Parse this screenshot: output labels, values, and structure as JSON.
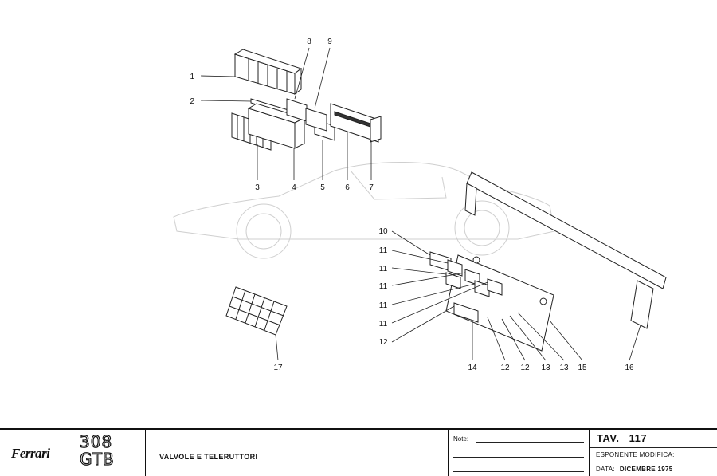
{
  "callouts": [
    "1",
    "2",
    "3",
    "4",
    "5",
    "6",
    "7",
    "8",
    "9",
    "10",
    "11",
    "11",
    "11",
    "11",
    "11",
    "12",
    "12",
    "12",
    "13",
    "13",
    "14",
    "15",
    "16",
    "17"
  ],
  "titleblock": {
    "brand": "Ferrari",
    "model_top": "308",
    "model_bottom": "GTB",
    "description": "VALVOLE E TELERUTTORI",
    "notes_label": "Note:",
    "tav_label": "TAV.",
    "tav_number": "117",
    "esponente_label": "ESPONENTE  MODIFICA:",
    "data_label": "DATA:",
    "data_value": "DICEMBRE  1975"
  },
  "colors": {
    "ink": "#111111",
    "ghost_car": "#cfcfcf",
    "paper": "#ffffff"
  }
}
